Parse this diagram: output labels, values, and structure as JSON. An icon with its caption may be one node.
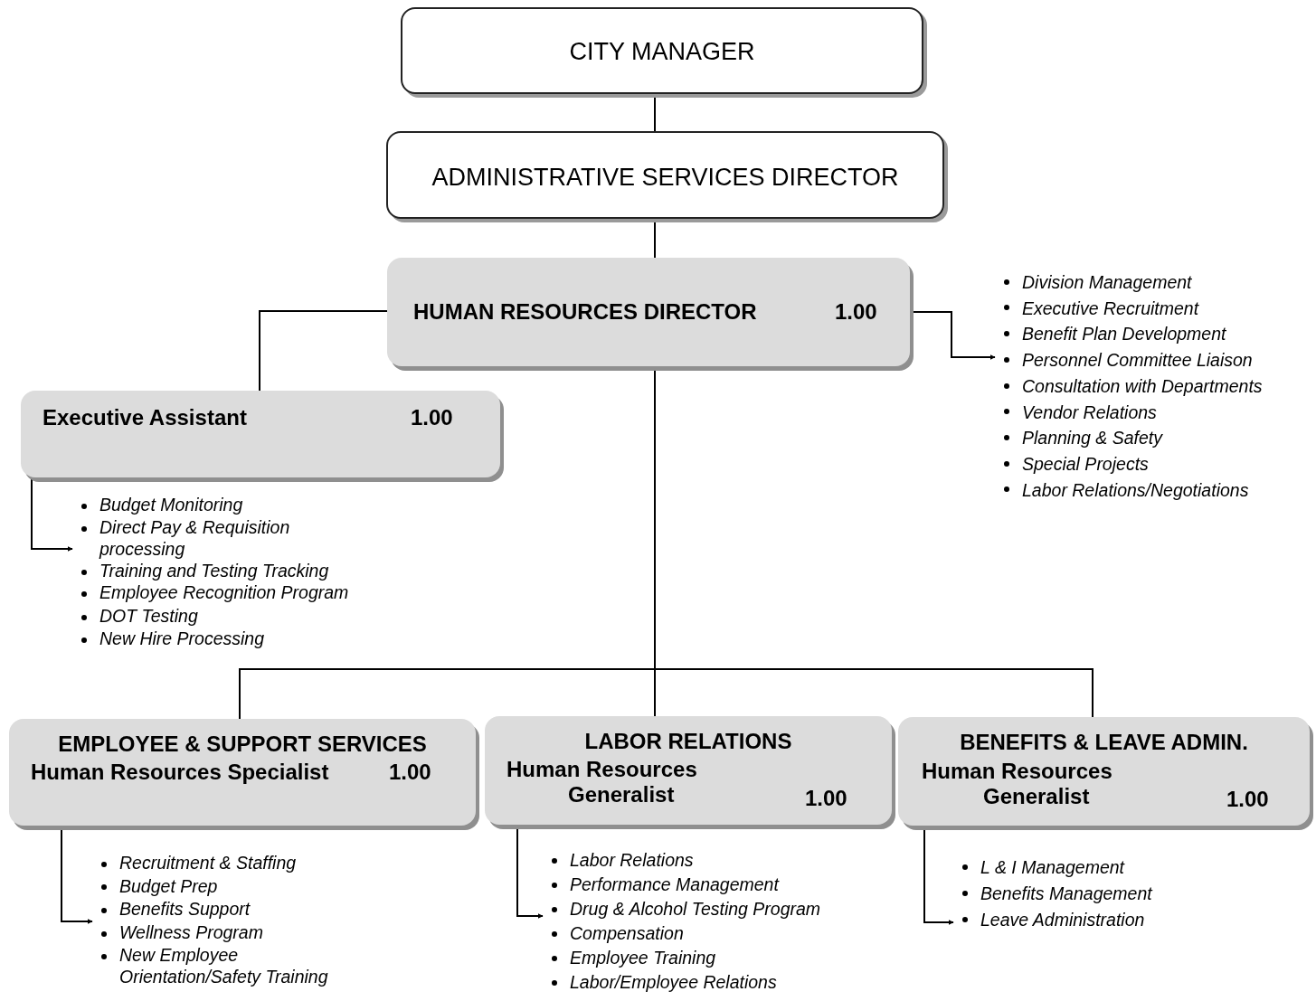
{
  "diagram": {
    "nodes": [
      {
        "text": [
          "CITY MANAGER"
        ]
      },
      {
        "text": [
          "ADMINISTRATIVE SERVICES DIRECTOR"
        ]
      },
      {
        "text": [
          "HUMAN RESOURCES DIRECTOR",
          "1.00"
        ]
      },
      {
        "text": [
          "Executive Assistant",
          "1.00"
        ]
      },
      {
        "text": [
          "EMPLOYEE & SUPPORT SERVICES",
          "Human Resources Specialist",
          "1.00"
        ]
      },
      {
        "text": [
          "LABOR RELATIONS",
          "Human Resources Generalist",
          "1.00"
        ]
      },
      {
        "text": [
          "BENEFITS & LEAVE ADMIN.",
          "Human Resources Generalist",
          "1.00"
        ]
      },
      {
        "text": [
          "Division Management",
          "Executive Recruitment",
          "Benefit Plan Development",
          "Personnel Committee Liaison",
          "Consultation with Departments",
          "Vendor Relations",
          "Planning & Safety",
          "Special Projects",
          "Labor Relations/Negotiations"
        ]
      },
      {
        "text": [
          "Budget Monitoring",
          "Direct Pay & Requisition processing",
          "Training and Testing Tracking",
          "Employee Recognition Program",
          "DOT Testing",
          "New Hire Processing"
        ]
      },
      {
        "text": [
          "Recruitment & Staffing",
          "Budget Prep",
          "Benefits Support",
          "Wellness Program",
          "New Employee Orientation/Safety Training"
        ]
      },
      {
        "text": [
          "Labor Relations",
          "Performance Management",
          "Drug & Alcohol Testing Program",
          "Compensation",
          "Employee Training",
          "Labor/Employee Relations"
        ]
      },
      {
        "text": [
          "L & I Management",
          "Benefits Management",
          "Leave Administration"
        ]
      }
    ],
    "edges": [
      {
        "from": 0,
        "to": 1,
        "arrow": "none"
      },
      {
        "from": 1,
        "to": 2,
        "arrow": "none"
      },
      {
        "from": 2,
        "to": 3,
        "arrow": "none"
      },
      {
        "from": 2,
        "to": 4,
        "arrow": "none"
      },
      {
        "from": 2,
        "to": 5,
        "arrow": "none"
      },
      {
        "from": 2,
        "to": 6,
        "arrow": "none"
      },
      {
        "from": 2,
        "to": 7,
        "arrow": "to"
      },
      {
        "from": 3,
        "to": 8,
        "arrow": "to"
      },
      {
        "from": 4,
        "to": 9,
        "arrow": "to"
      },
      {
        "from": 5,
        "to": 10,
        "arrow": "to"
      },
      {
        "from": 6,
        "to": 11,
        "arrow": "to"
      }
    ]
  }
}
